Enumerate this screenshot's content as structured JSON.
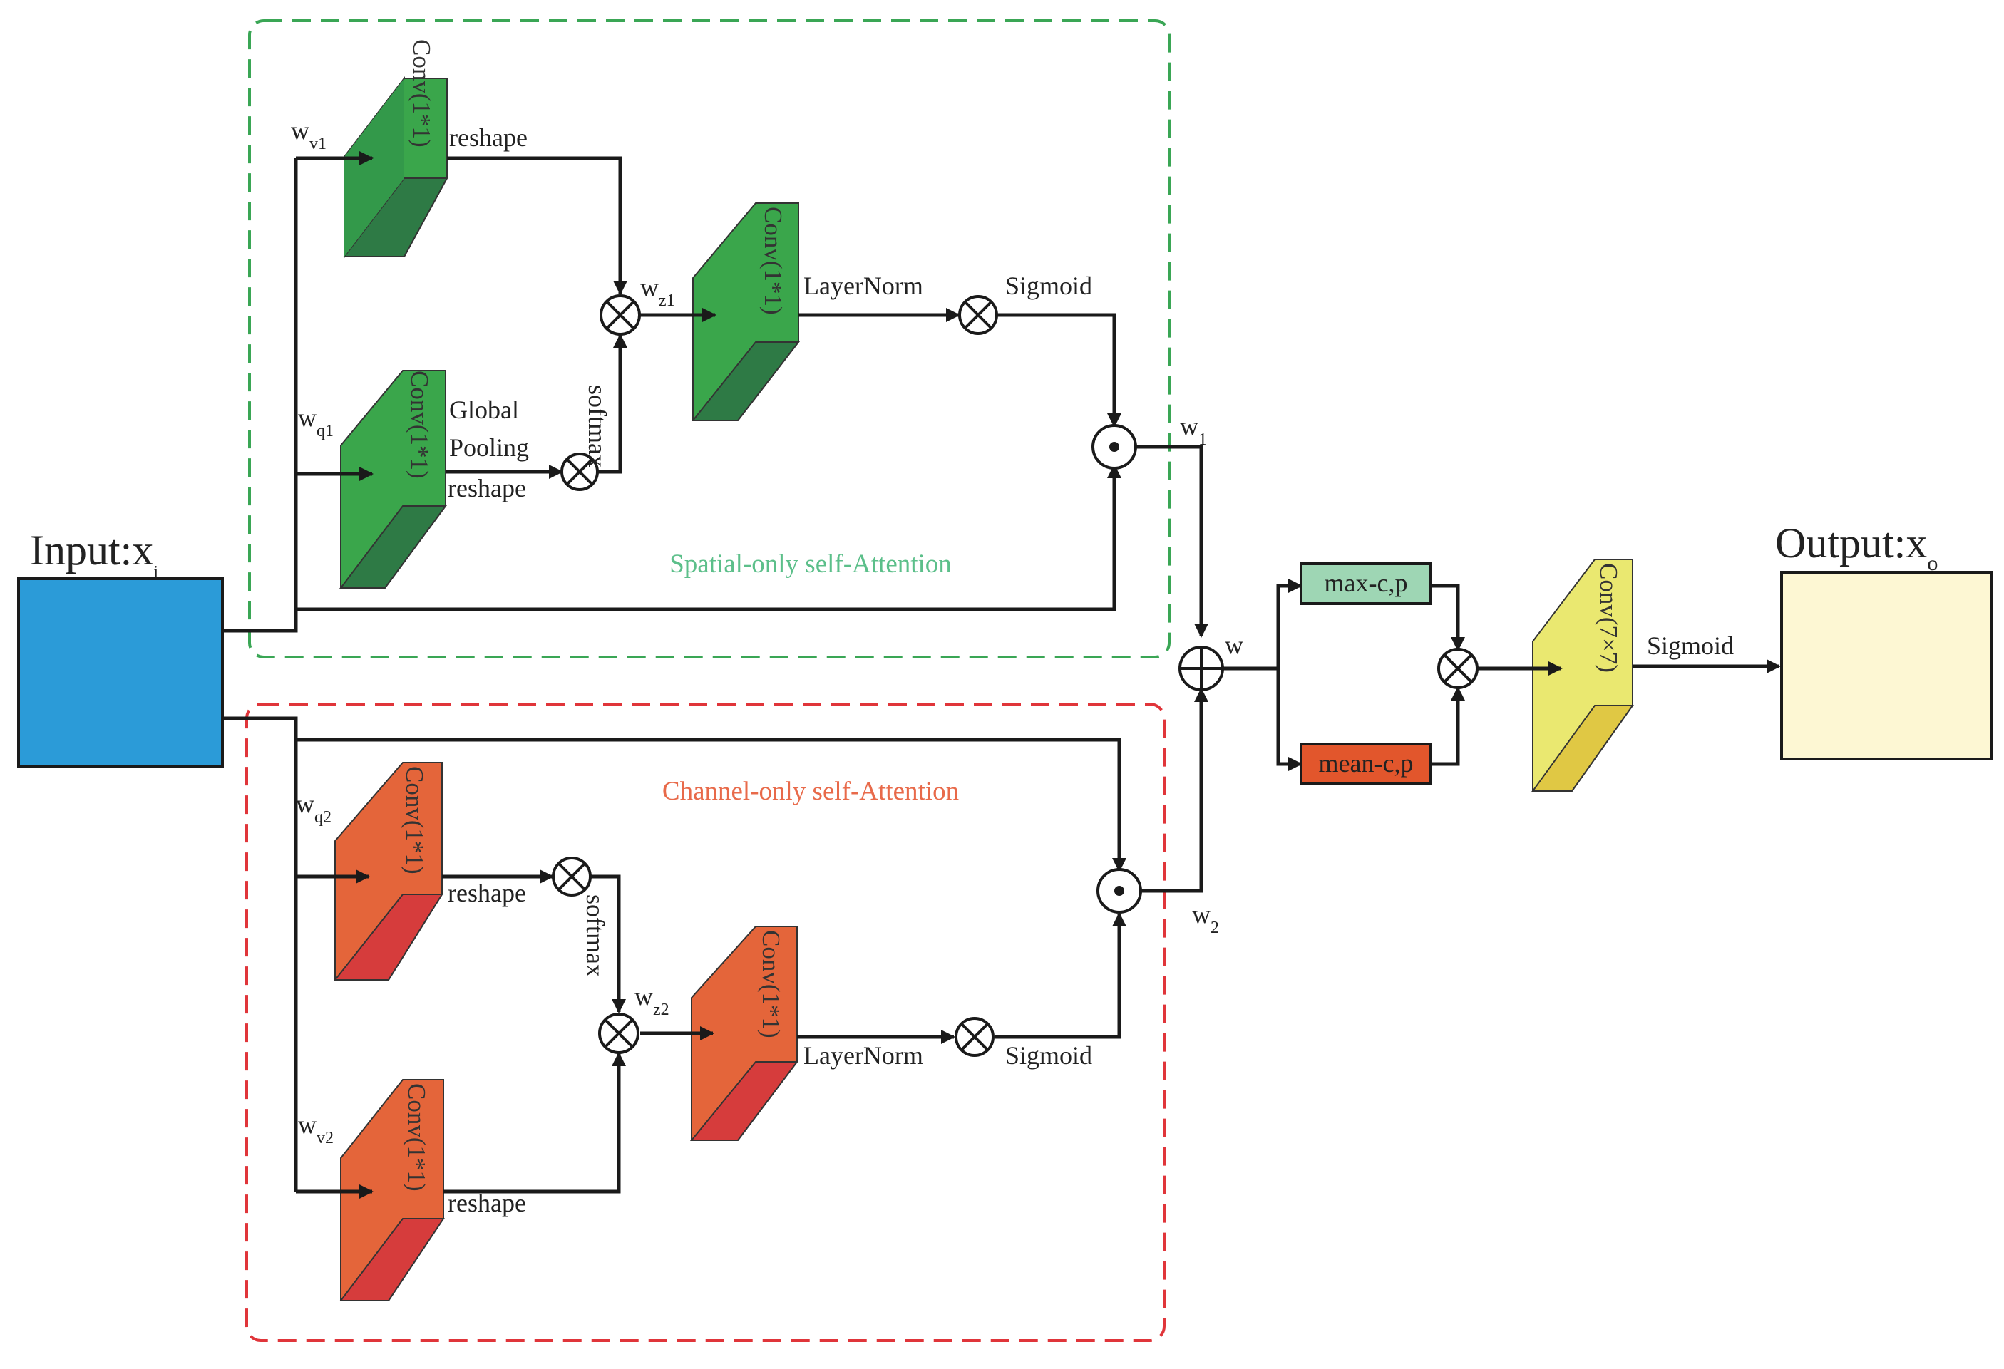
{
  "diagram": {
    "input_label": "Input:x",
    "input_subscript": "i",
    "output_label": "Output:x",
    "output_subscript": "o",
    "spatial_title": "Spatial-only self-Attention",
    "channel_title": "Channel-only self-Attention",
    "conv_label": "Conv(1*1)",
    "conv7_label": "Conv(7×7)",
    "w_letter": "w",
    "sub_v1": "v1",
    "sub_q1": "q1",
    "sub_z1": "z1",
    "sub_q2": "q2",
    "sub_v2": "v2",
    "sub_z2": "z2",
    "sub_1": "1",
    "sub_2": "2",
    "reshape": "reshape",
    "softmax": "softmax",
    "layernorm": "LayerNorm",
    "sigmoid": "Sigmoid",
    "global": "Global",
    "pooling": "Pooling",
    "max_box": "max-c,p",
    "mean_box": "mean-c,p",
    "colors": {
      "input": "#2b9bd8",
      "output": "#fdf7d3",
      "green_border": "#3aa655",
      "red_border": "#e0353a",
      "green_title": "#5cbf8a",
      "red_title": "#e86a4a",
      "max_box": "#9ed6b4",
      "mean_box": "#e2562c",
      "green_front": "#3aa64b",
      "green_side": "#2e8545",
      "orange_front": "#e4653a",
      "orange_side": "#d63c3c",
      "yellow_front": "#eae870",
      "yellow_side": "#e0c844"
    }
  }
}
